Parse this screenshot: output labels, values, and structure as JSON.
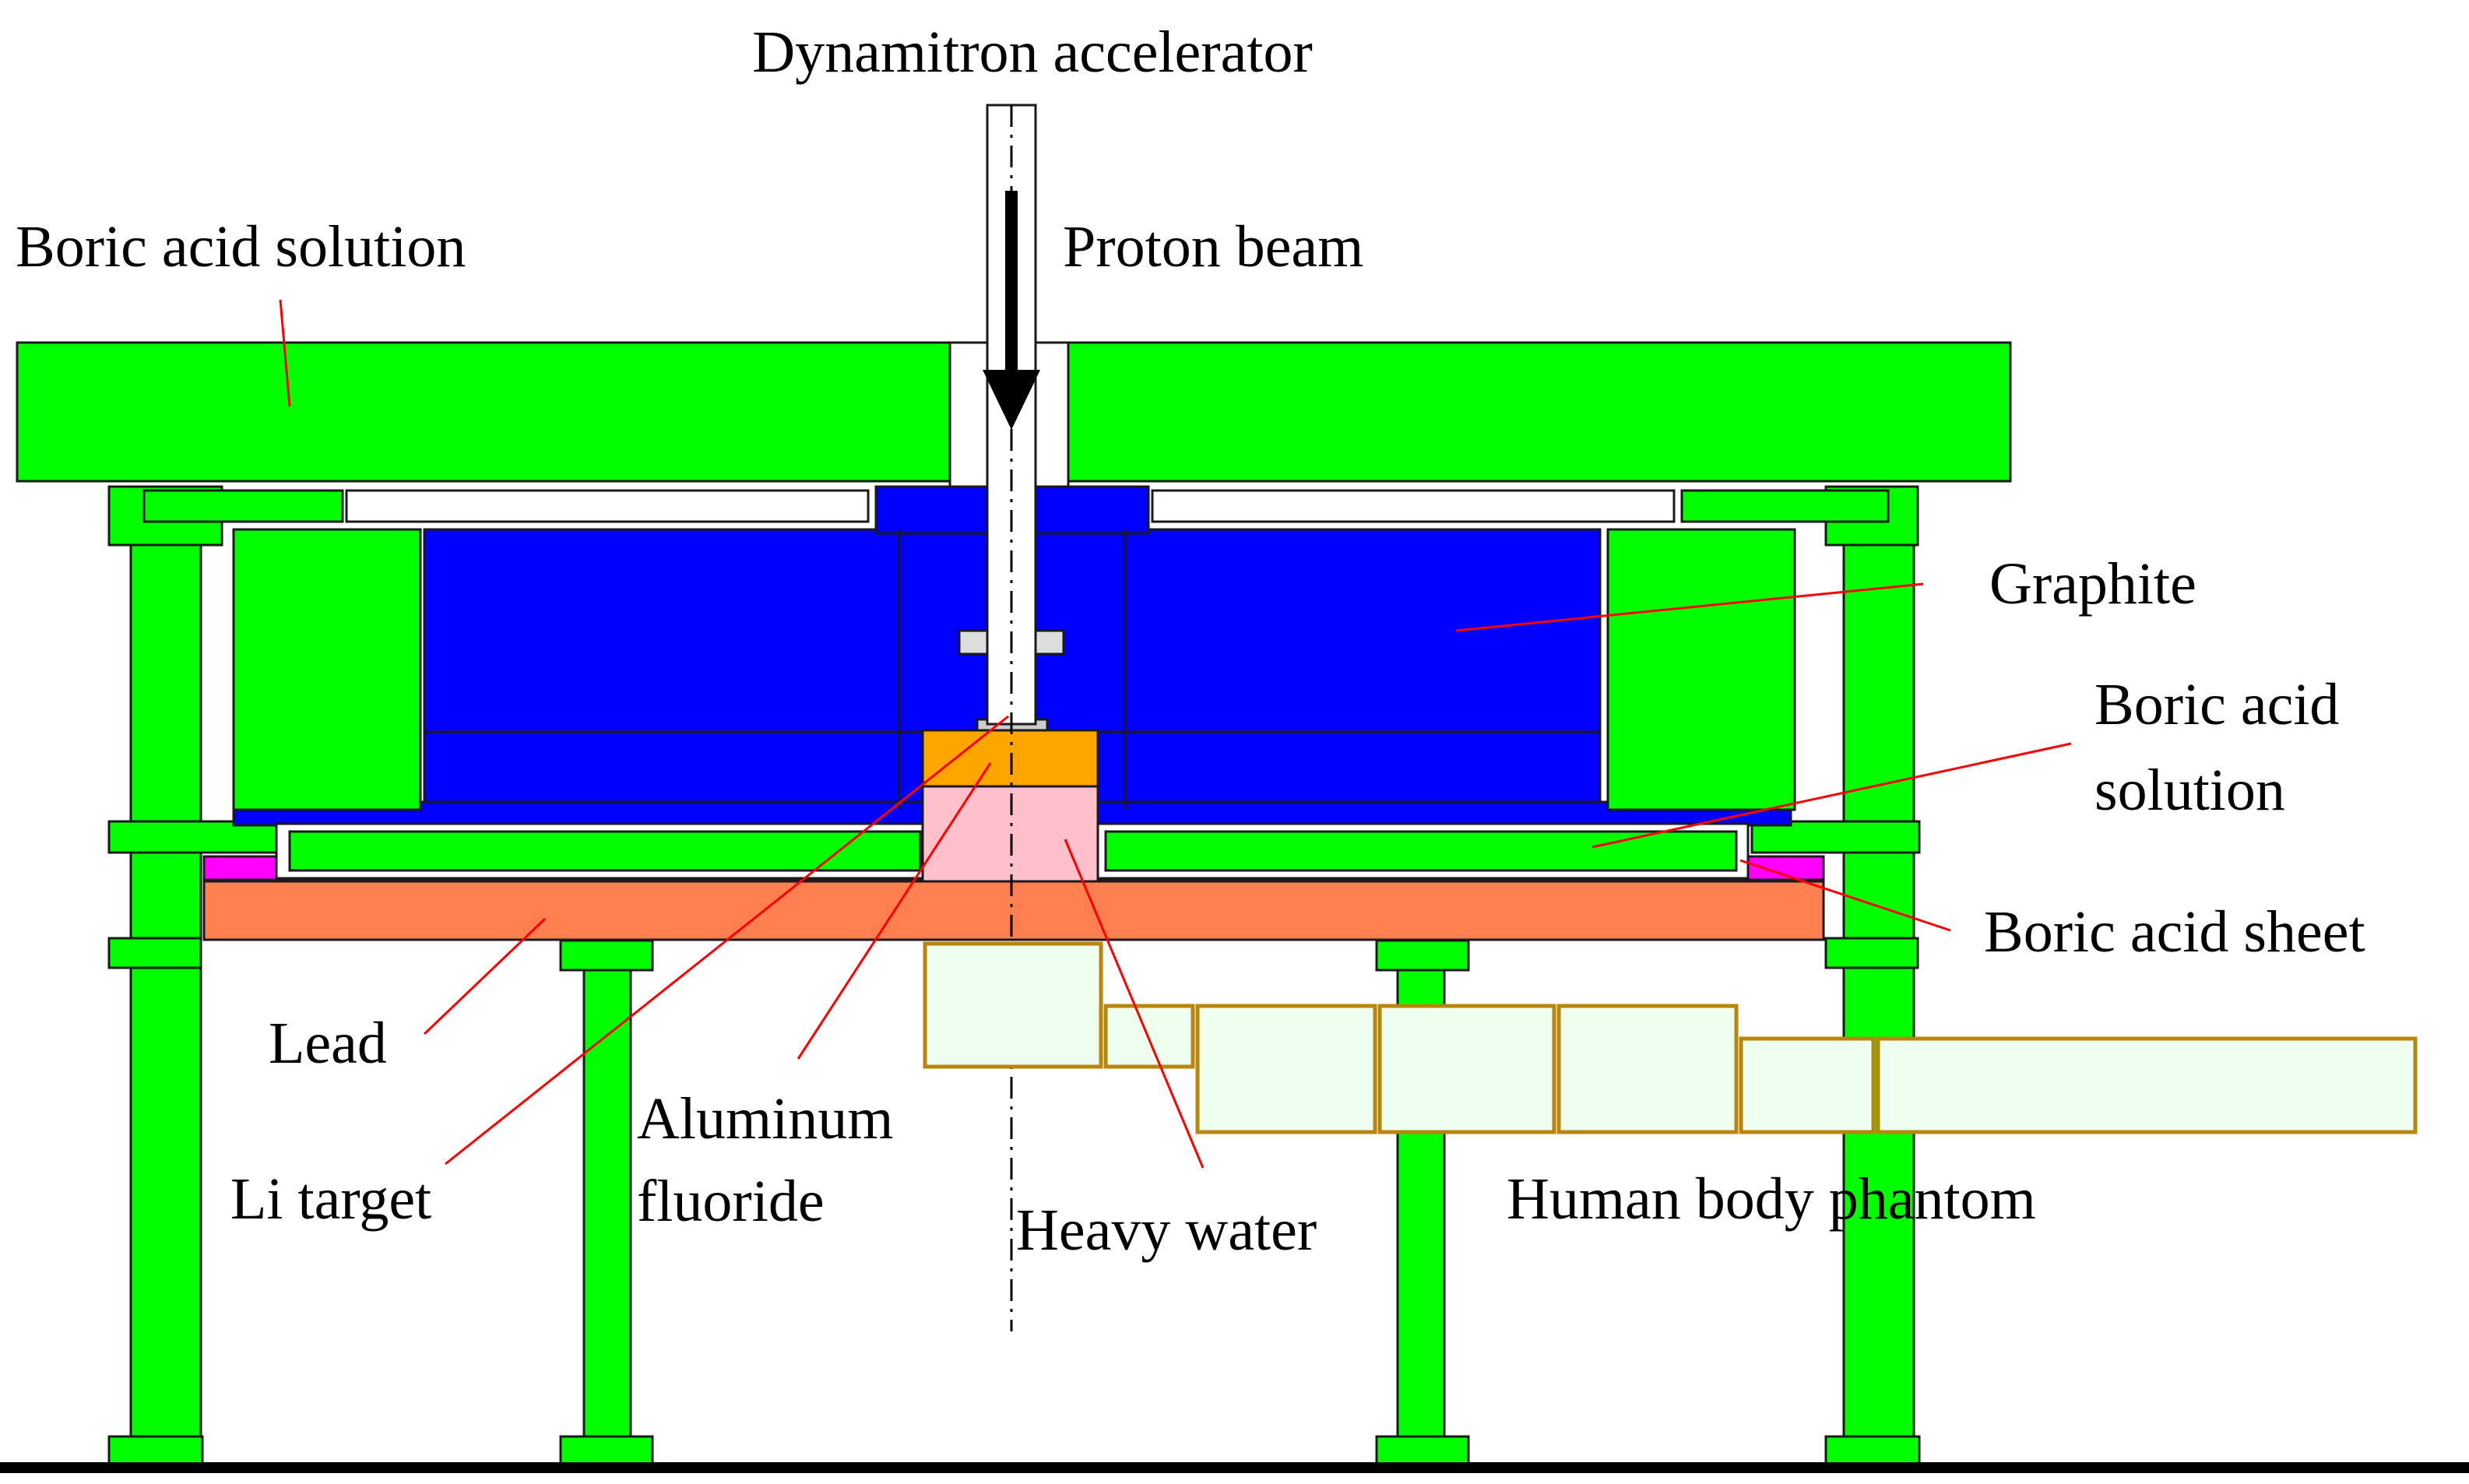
{
  "labels": {
    "accelerator": "Dynamitron accelerator",
    "proton_beam": "Proton beam",
    "boric_acid_solution_top": "Boric acid solution",
    "graphite": "Graphite",
    "boric_acid_solution_side_line1": "Boric acid",
    "boric_acid_solution_side_line2": "solution",
    "boric_acid_sheet": "Boric acid sheet",
    "lead": "Lead",
    "aluminum_fluoride_line1": "Aluminum",
    "aluminum_fluoride_line2": "fluoride",
    "li_target": "Li target",
    "heavy_water": "Heavy water",
    "human_body_phantom": "Human body phantom"
  },
  "colors": {
    "boric_acid_solution": "#00ff00",
    "graphite": "#0000ff",
    "lead": "#ff7f50",
    "aluminum_fluoride": "#ffa500",
    "heavy_water": "#ffc0cb",
    "boric_acid_sheet": "#ff00ff",
    "phantom": "#efffef",
    "phantom_border": "#b8860b",
    "leader_line": "#ff0000"
  }
}
